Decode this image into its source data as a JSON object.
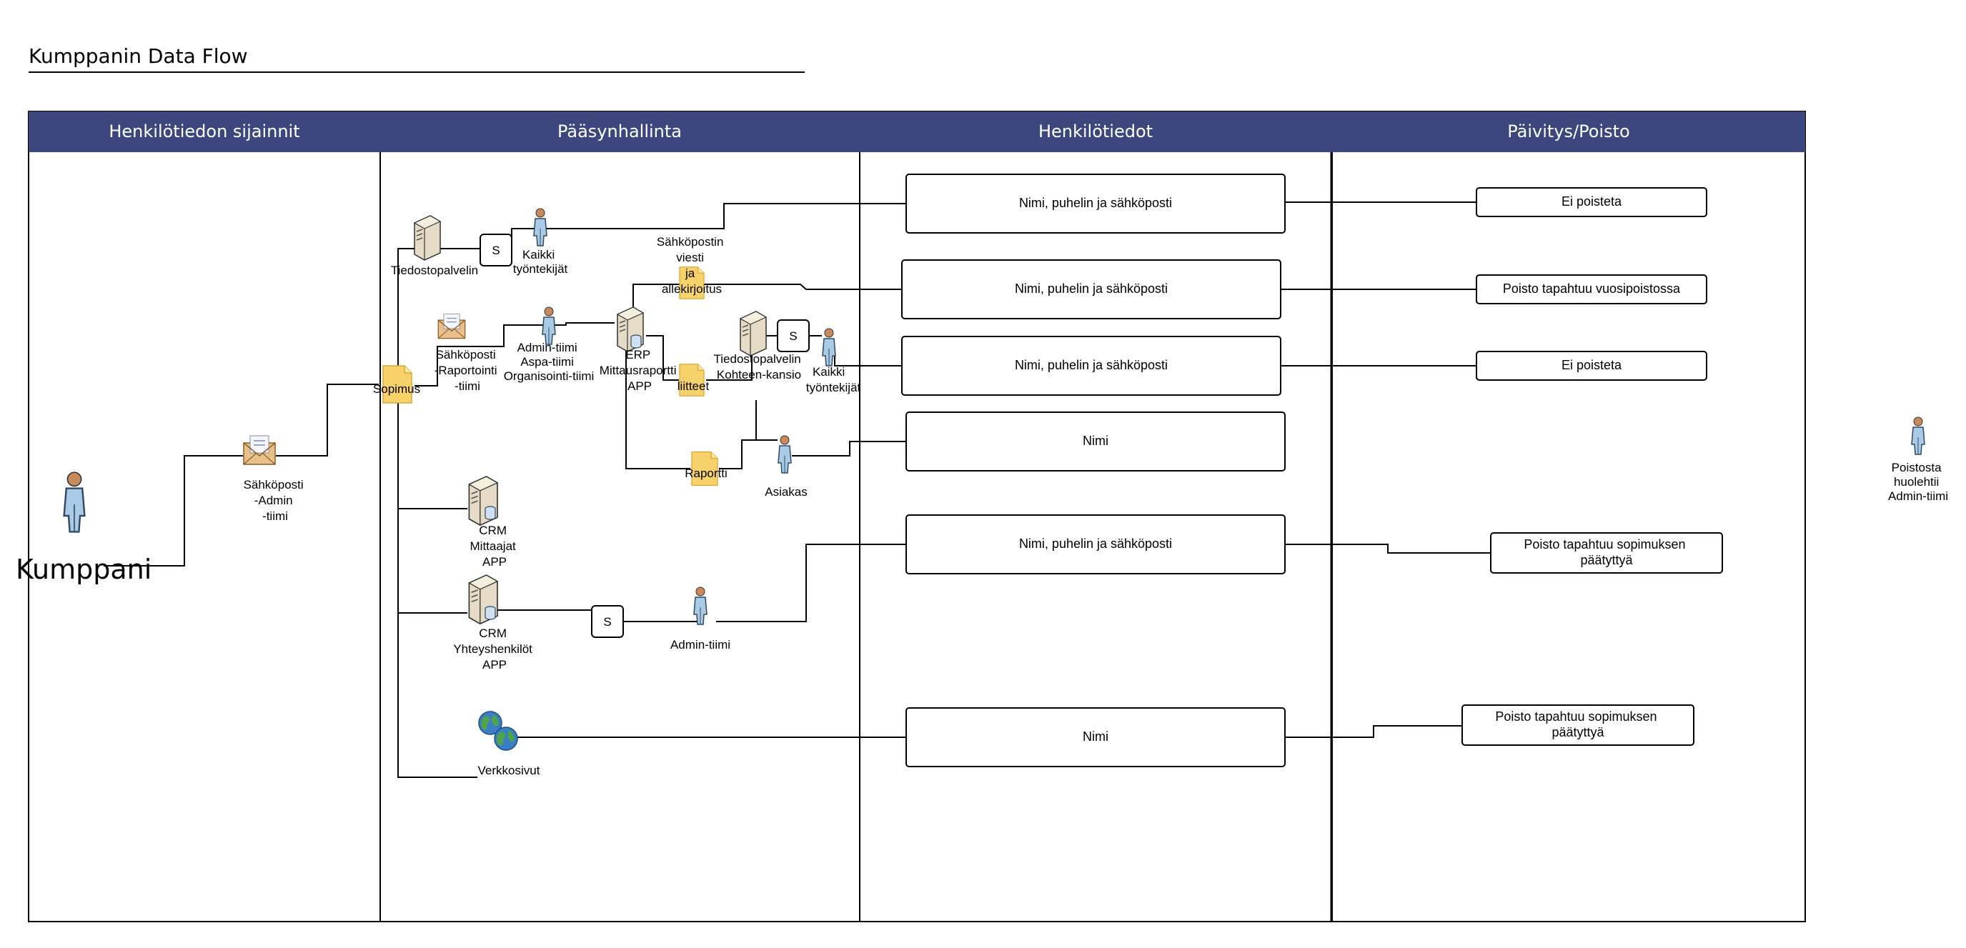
{
  "title": "Kumppanin Data Flow",
  "colors": {
    "header_fill": "#3d477d",
    "header_text": "#ffffff",
    "document_fill": "#f7d26a",
    "person_fill": "#a9cbe6",
    "partner_fill": "#e8a07a",
    "server_fill": "#e6dcc6",
    "globe_blue": "#3a7fc4",
    "globe_green": "#4fa44a"
  },
  "lanes": {
    "sijainnit": "Henkilötiedon sijainnit",
    "paasynhallinta": "Pääsynhallinta",
    "henkilotiedot": "Henkilötiedot",
    "paivitys": "Päivitys/Poisto"
  },
  "actor": {
    "name": "Kumppani",
    "icon": "person-icon"
  },
  "nodes": {
    "email_admin": [
      "Sähköposti",
      "-Admin",
      "-tiimi"
    ],
    "sopimus": "Sopimus",
    "tiedostopalvelin": "Tiedostopalvelin",
    "s1": "S",
    "kaikki1": [
      "Kaikki",
      "työntekijät"
    ],
    "email_raportointi": [
      "Sähköposti",
      "-Raportointi",
      "-tiimi"
    ],
    "admin_teams": [
      "Admin-tiimi",
      "Aspa-tiimi",
      "Organisointi-tiimi"
    ],
    "erp": [
      "ERP",
      "Mittausraportti",
      "APP"
    ],
    "sahkoposti_viesti": [
      "Sähköpostin",
      "viesti",
      "ja",
      "allekirjoitus"
    ],
    "liitteet": "liitteet",
    "tiedostopalvelin2": [
      "Tiedostopalvelin",
      "Kohteen-kansio"
    ],
    "s2": "S",
    "kaikki2": [
      "Kaikki",
      "työntekijät"
    ],
    "raportti": "Raportti",
    "asiakas": "Asiakas",
    "crm_mittaajat": [
      "CRM",
      "Mittaajat",
      "APP"
    ],
    "crm_yhteys": [
      "CRM",
      "Yhteyshenkilöt",
      "APP"
    ],
    "s3": "S",
    "admin_tiimi": "Admin-tiimi",
    "verkkosivut": "Verkkosivut",
    "poistosta": [
      "Poistosta",
      "huolehtii",
      "Admin-tiimi"
    ]
  },
  "data_boxes": [
    "Nimi, puhelin ja sähköposti",
    "Nimi, puhelin ja sähköposti",
    "Nimi, puhelin ja sähköposti",
    "Nimi",
    "Nimi, puhelin ja sähköposti",
    "Nimi"
  ],
  "deletion_boxes": [
    [
      "Ei poisteta"
    ],
    [
      "Poisto tapahtuu vuosipoistossa"
    ],
    [
      "Ei poisteta"
    ],
    [
      "Poisto tapahtuu sopimuksen",
      "päätyttyä"
    ],
    [
      "Poisto tapahtuu sopimuksen",
      "päätyttyä"
    ]
  ]
}
